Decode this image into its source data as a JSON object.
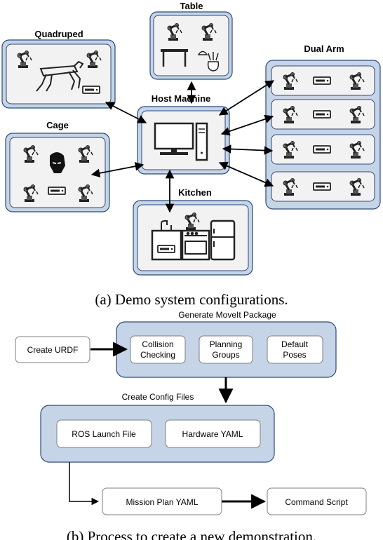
{
  "top_diagram": {
    "groups": {
      "table": "Table",
      "quadruped": "Quadruped",
      "dual_arm": "Dual Arm",
      "cage": "Cage",
      "host_machine": "Host Machine",
      "kitchen": "Kitchen"
    },
    "caption": "(a) Demo system configurations."
  },
  "bottom_diagram": {
    "nodes": {
      "create_urdf": "Create URDF",
      "generate_moveit": "Generate MoveIt Package",
      "collision_1": "Collision",
      "collision_2": "Checking",
      "planning_1": "Planning",
      "planning_2": "Groups",
      "default_1": "Default",
      "default_2": "Poses",
      "create_config": "Create Config Files",
      "ros_launch": "ROS Launch File",
      "hardware_yaml": "Hardware YAML",
      "mission_plan": "Mission Plan YAML",
      "command_script": "Command Script"
    },
    "caption": "(b) Process to create a new demonstration."
  },
  "colors": {
    "panel_fill": "#c5d4e6",
    "panel_stroke": "#2c4a7a",
    "inner_fill": "#f2f2f2",
    "box_stroke": "#7f7f7f"
  }
}
